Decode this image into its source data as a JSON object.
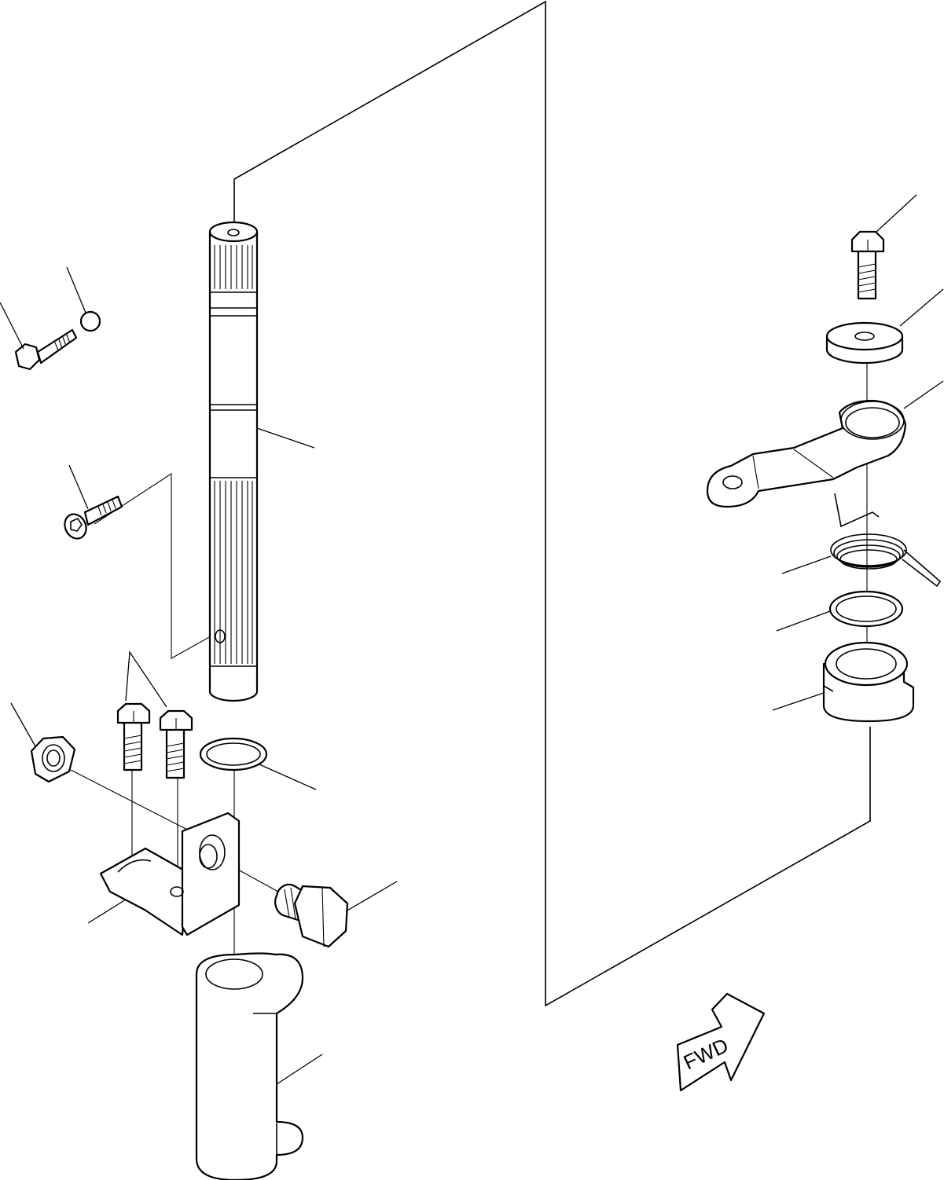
{
  "diagram": {
    "direction_label": "FWD",
    "parts": [
      "steering-shaft",
      "cap-screw-left",
      "plug",
      "socket-head-screw",
      "bolt-a",
      "bolt-b",
      "hex-nut",
      "o-ring",
      "bracket",
      "pivot-bolt",
      "housing-tube",
      "bolt-top-right",
      "thick-washer",
      "steering-arm",
      "torsion-spring",
      "seal-ring",
      "bushing"
    ]
  }
}
